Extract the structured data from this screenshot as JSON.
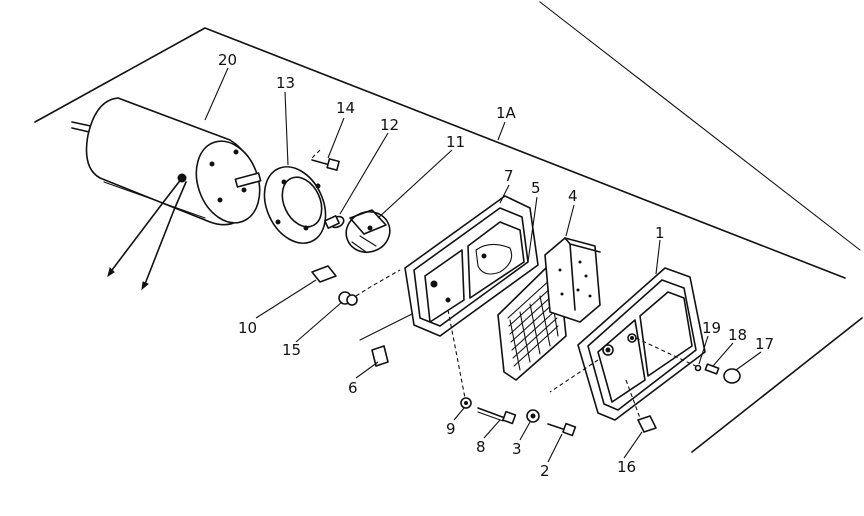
{
  "callouts": [
    {
      "id": "c20",
      "text": "20"
    },
    {
      "id": "c13",
      "text": "13"
    },
    {
      "id": "c14",
      "text": "14"
    },
    {
      "id": "c12",
      "text": "12"
    },
    {
      "id": "c11",
      "text": "11"
    },
    {
      "id": "c1A",
      "text": "1A"
    },
    {
      "id": "c7",
      "text": "7"
    },
    {
      "id": "c5",
      "text": "5"
    },
    {
      "id": "c4",
      "text": "4"
    },
    {
      "id": "c1",
      "text": "1"
    },
    {
      "id": "c19",
      "text": "19"
    },
    {
      "id": "c18",
      "text": "18"
    },
    {
      "id": "c17",
      "text": "17"
    },
    {
      "id": "c10",
      "text": "10"
    },
    {
      "id": "c15",
      "text": "15"
    },
    {
      "id": "c6",
      "text": "6"
    },
    {
      "id": "c9",
      "text": "9"
    },
    {
      "id": "c8",
      "text": "8"
    },
    {
      "id": "c3",
      "text": "3"
    },
    {
      "id": "c2",
      "text": "2"
    },
    {
      "id": "c16",
      "text": "16"
    }
  ]
}
